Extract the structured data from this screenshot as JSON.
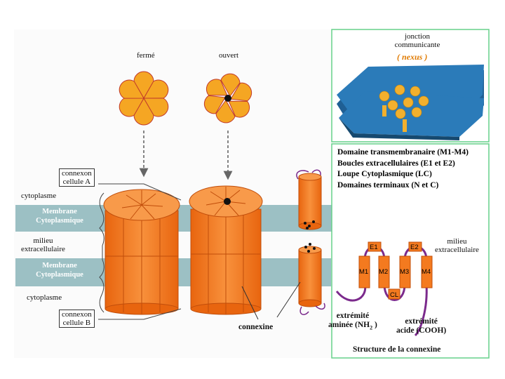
{
  "flower_labels": {
    "closed": "fermé",
    "open": "ouvert"
  },
  "membrane": {
    "top_band": [
      "Membrane",
      "Cytoplasmique"
    ],
    "bottom_band": [
      "Membrane",
      "Cytoplasmique"
    ]
  },
  "left_labels": {
    "connexon_a": [
      "connexon",
      "cellule A"
    ],
    "cytoplasm_top": "cytoplasme",
    "extracellular": [
      "milieu",
      "extracellulaire"
    ],
    "cytoplasm_bottom": "cytoplasme",
    "connexon_b": [
      "connexon",
      "cellule B"
    ]
  },
  "connexin_label": "connexine",
  "nexus": {
    "title": [
      "jonction",
      "communicante"
    ],
    "subtitle": "( nexus )"
  },
  "legend": [
    "Domaine transmembranaire (M1-M4)",
    "Boucles extracellulaires (E1 et E2)",
    "Loupe Cytoplasmique (LC)",
    "Domaines terminaux (N et C)"
  ],
  "structure": {
    "segments": [
      "M1",
      "M2",
      "M3",
      "M4"
    ],
    "loops": [
      "E1",
      "E2"
    ],
    "cl": "CL",
    "extracellular": [
      "milieu",
      "extracellulaire"
    ],
    "amine": [
      "extrémité",
      "aminée (NH",
      "2",
      " )"
    ],
    "acid": [
      "extrémité",
      "acide (COOH)"
    ],
    "caption": "Structure de la connexine"
  },
  "colors": {
    "membrane": "#9cc0c4",
    "orange": "#f47a1f",
    "orange_light": "#f89a4a",
    "flower": "#f5a623",
    "flower_edge": "#c0392b",
    "panel_border": "#66d18a",
    "nexus_blue": "#2b7bb9",
    "purple": "#7b2a8c"
  },
  "icons": [
    "flower-closed-icon",
    "flower-open-icon",
    "connexon-icon",
    "nexus-icon"
  ]
}
